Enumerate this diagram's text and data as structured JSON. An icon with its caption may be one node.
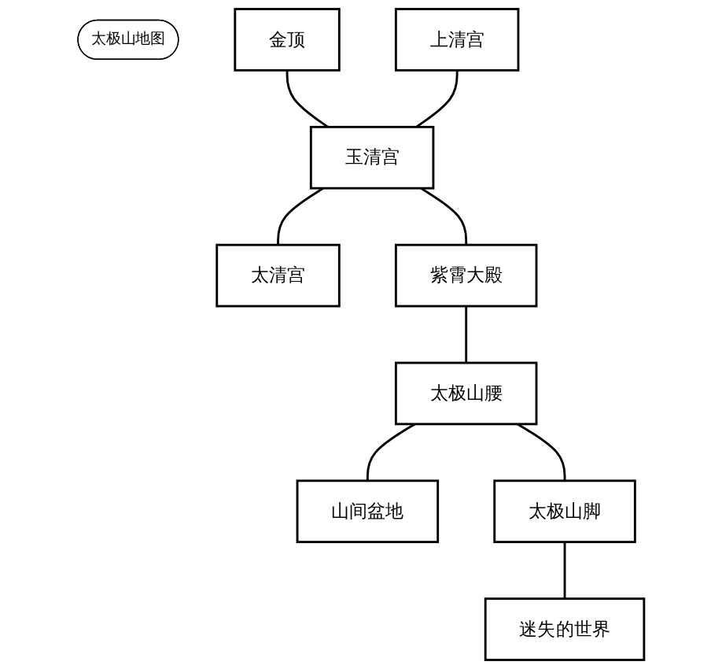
{
  "diagram": {
    "nodes": [
      {
        "text": [
          "太极山地图"
        ]
      },
      {
        "text": [
          "金顶"
        ]
      },
      {
        "text": [
          "上清宫"
        ]
      },
      {
        "text": [
          "玉清宫"
        ]
      },
      {
        "text": [
          "太清宫"
        ]
      },
      {
        "text": [
          "紫霄大殿"
        ]
      },
      {
        "text": [
          "太极山腰"
        ]
      },
      {
        "text": [
          "山间盆地"
        ]
      },
      {
        "text": [
          "太极山脚"
        ]
      },
      {
        "text": [
          "迷失的世界"
        ]
      }
    ],
    "edges": [
      {
        "from": 1,
        "to": 3,
        "arrow": "none"
      },
      {
        "from": 2,
        "to": 3,
        "arrow": "none"
      },
      {
        "from": 3,
        "to": 4,
        "arrow": "none"
      },
      {
        "from": 3,
        "to": 5,
        "arrow": "none"
      },
      {
        "from": 5,
        "to": 6,
        "arrow": "none"
      },
      {
        "from": 6,
        "to": 7,
        "arrow": "none"
      },
      {
        "from": 6,
        "to": 8,
        "arrow": "none"
      },
      {
        "from": 8,
        "to": 9,
        "arrow": "none"
      }
    ]
  }
}
